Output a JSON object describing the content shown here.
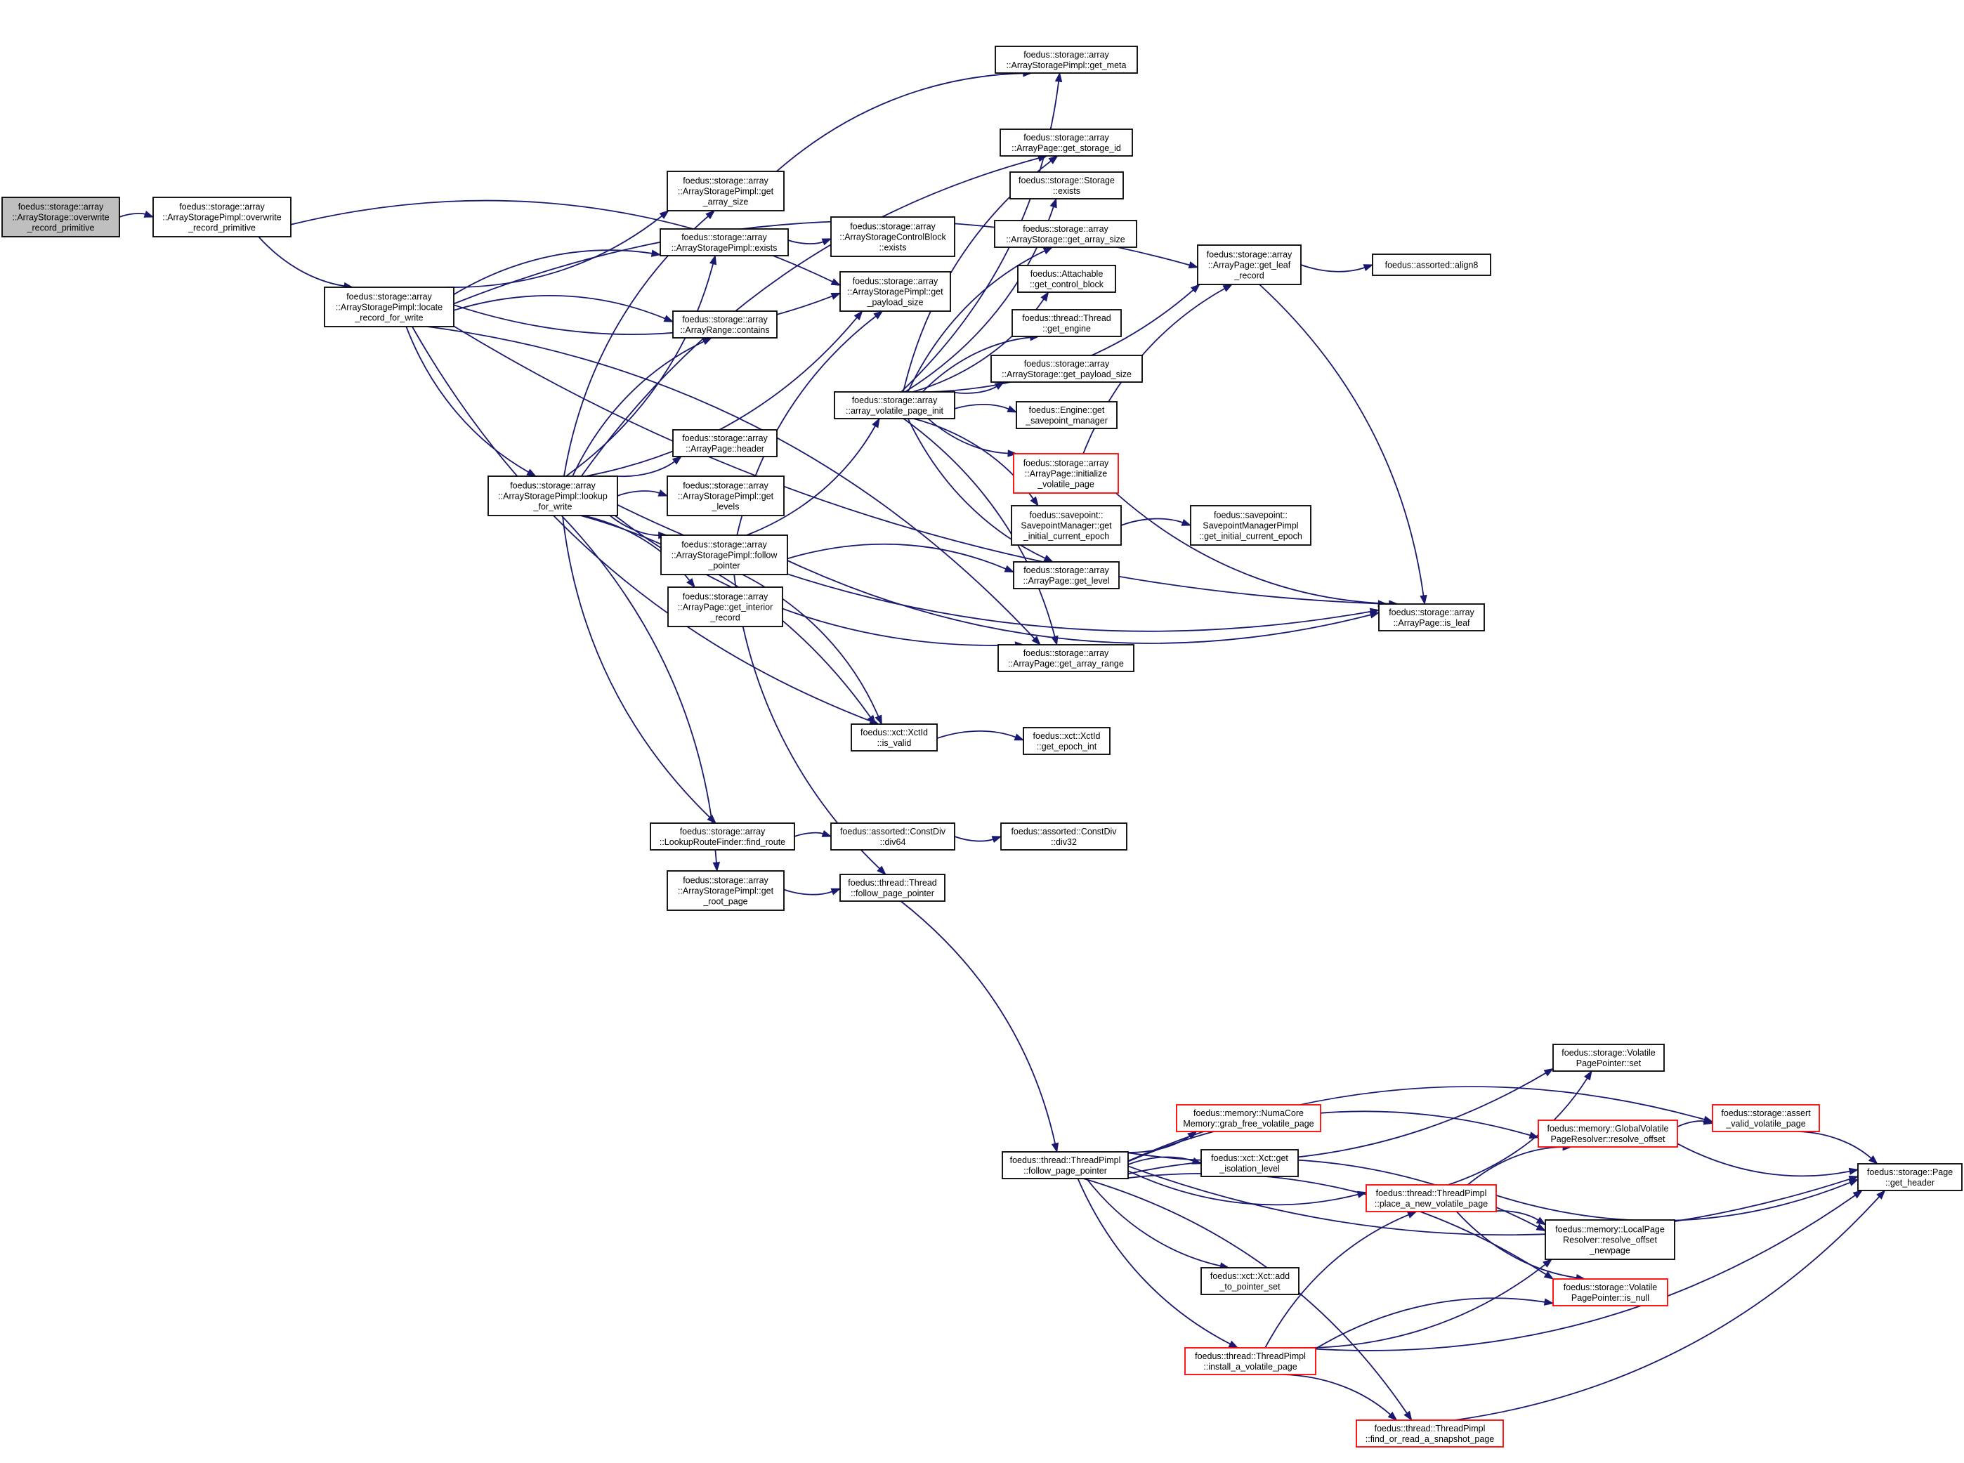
{
  "nodes": [
    {
      "id": "n0",
      "lines": [
        "foedus::storage::array",
        "::ArrayStorage::overwrite",
        "_record_primitive"
      ],
      "root": true
    },
    {
      "id": "n1",
      "lines": [
        "foedus::storage::array",
        "::ArrayStoragePimpl::overwrite",
        "_record_primitive"
      ]
    },
    {
      "id": "n2",
      "lines": [
        "foedus::storage::array",
        "::ArrayStoragePimpl::locate",
        "_record_for_write"
      ]
    },
    {
      "id": "n3",
      "lines": [
        "foedus::storage::array",
        "::ArrayStoragePimpl::lookup",
        "_for_write"
      ]
    },
    {
      "id": "n4",
      "lines": [
        "foedus::storage::array",
        "::ArrayStoragePimpl::get",
        "_array_size"
      ]
    },
    {
      "id": "n5",
      "lines": [
        "foedus::storage::array",
        "::ArrayStoragePimpl::exists"
      ]
    },
    {
      "id": "n6",
      "lines": [
        "foedus::storage::array",
        "::ArrayRange::contains"
      ]
    },
    {
      "id": "n7",
      "lines": [
        "foedus::storage::array",
        "::ArrayPage::header"
      ]
    },
    {
      "id": "n8",
      "lines": [
        "foedus::storage::array",
        "::ArrayStoragePimpl::get",
        "_levels"
      ]
    },
    {
      "id": "n9",
      "lines": [
        "foedus::storage::array",
        "::ArrayStoragePimpl::follow",
        "_pointer"
      ]
    },
    {
      "id": "n10",
      "lines": [
        "foedus::storage::array",
        "::ArrayPage::get_interior",
        "_record"
      ]
    },
    {
      "id": "n11",
      "lines": [
        "foedus::storage::array",
        "::LookupRouteFinder::find_route"
      ]
    },
    {
      "id": "n12",
      "lines": [
        "foedus::storage::array",
        "::ArrayStoragePimpl::get",
        "_root_page"
      ]
    },
    {
      "id": "n13",
      "lines": [
        "foedus::storage::array",
        "::ArrayStorageControlBlock",
        "::exists"
      ]
    },
    {
      "id": "n14",
      "lines": [
        "foedus::storage::array",
        "::ArrayStoragePimpl::get",
        "_payload_size"
      ]
    },
    {
      "id": "n15",
      "lines": [
        "foedus::storage::array",
        "::array_volatile_page_init"
      ]
    },
    {
      "id": "n16",
      "lines": [
        "foedus::xct::XctId",
        "::is_valid"
      ]
    },
    {
      "id": "n17",
      "lines": [
        "foedus::assorted::ConstDiv",
        "::div64"
      ]
    },
    {
      "id": "n18",
      "lines": [
        "foedus::thread::Thread",
        "::follow_page_pointer"
      ]
    },
    {
      "id": "n19",
      "lines": [
        "foedus::storage::array",
        "::ArrayStoragePimpl::get_meta"
      ]
    },
    {
      "id": "n20",
      "lines": [
        "foedus::storage::array",
        "::ArrayPage::get_storage_id"
      ]
    },
    {
      "id": "n21",
      "lines": [
        "foedus::storage::Storage",
        "::exists"
      ]
    },
    {
      "id": "n22",
      "lines": [
        "foedus::storage::array",
        "::ArrayStorage::get_array_size"
      ]
    },
    {
      "id": "n23",
      "lines": [
        "foedus::Attachable",
        "::get_control_block"
      ]
    },
    {
      "id": "n24",
      "lines": [
        "foedus::thread::Thread",
        "::get_engine"
      ]
    },
    {
      "id": "n25",
      "lines": [
        "foedus::storage::array",
        "::ArrayStorage::get_payload_size"
      ]
    },
    {
      "id": "n26",
      "lines": [
        "foedus::Engine::get",
        "_savepoint_manager"
      ]
    },
    {
      "id": "n27",
      "lines": [
        "foedus::storage::array",
        "::ArrayPage::initialize",
        "_volatile_page"
      ],
      "red": true
    },
    {
      "id": "n28",
      "lines": [
        "foedus::savepoint::",
        "SavepointManager::get",
        "_initial_current_epoch"
      ]
    },
    {
      "id": "n29",
      "lines": [
        "foedus::storage::array",
        "::ArrayPage::get_level"
      ]
    },
    {
      "id": "n30",
      "lines": [
        "foedus::storage::array",
        "::ArrayPage::get_array_range"
      ]
    },
    {
      "id": "n31",
      "lines": [
        "foedus::xct::XctId",
        "::get_epoch_int"
      ]
    },
    {
      "id": "n32",
      "lines": [
        "foedus::assorted::ConstDiv",
        "::div32"
      ]
    },
    {
      "id": "n33",
      "lines": [
        "foedus::storage::array",
        "::ArrayPage::get_leaf",
        "_record"
      ]
    },
    {
      "id": "n34",
      "lines": [
        "foedus::assorted::align8"
      ]
    },
    {
      "id": "n35",
      "lines": [
        "foedus::savepoint::",
        "SavepointManagerPimpl",
        "::get_initial_current_epoch"
      ]
    },
    {
      "id": "n36",
      "lines": [
        "foedus::storage::array",
        "::ArrayPage::is_leaf"
      ]
    },
    {
      "id": "n37",
      "lines": [
        "foedus::thread::ThreadPimpl",
        "::follow_page_pointer"
      ]
    },
    {
      "id": "n38",
      "lines": [
        "foedus::memory::NumaCore",
        "Memory::grab_free_volatile_page"
      ],
      "red": true
    },
    {
      "id": "n39",
      "lines": [
        "foedus::xct::Xct::get",
        "_isolation_level"
      ]
    },
    {
      "id": "n40",
      "lines": [
        "foedus::xct::Xct::add",
        "_to_pointer_set"
      ]
    },
    {
      "id": "n41",
      "lines": [
        "foedus::thread::ThreadPimpl",
        "::install_a_volatile_page"
      ],
      "red": true
    },
    {
      "id": "n42",
      "lines": [
        "foedus::thread::ThreadPimpl",
        "::place_a_new_volatile_page"
      ],
      "red": true
    },
    {
      "id": "n43",
      "lines": [
        "foedus::thread::ThreadPimpl",
        "::find_or_read_a_snapshot_page"
      ],
      "red": true
    },
    {
      "id": "n44",
      "lines": [
        "foedus::storage::Volatile",
        "PagePointer::set"
      ]
    },
    {
      "id": "n45",
      "lines": [
        "foedus::memory::GlobalVolatile",
        "PageResolver::resolve_offset"
      ],
      "red": true
    },
    {
      "id": "n46",
      "lines": [
        "foedus::memory::LocalPage",
        "Resolver::resolve_offset",
        "_newpage"
      ]
    },
    {
      "id": "n47",
      "lines": [
        "foedus::storage::Volatile",
        "PagePointer::is_null"
      ],
      "red": true
    },
    {
      "id": "n48",
      "lines": [
        "foedus::storage::assert",
        "_valid_volatile_page"
      ],
      "red": true
    },
    {
      "id": "n49",
      "lines": [
        "foedus::storage::Page",
        "::get_header"
      ]
    }
  ],
  "edges": [
    [
      "n0",
      "n1"
    ],
    [
      "n1",
      "n2"
    ],
    [
      "n1",
      "n14"
    ],
    [
      "n2",
      "n4"
    ],
    [
      "n2",
      "n5"
    ],
    [
      "n2",
      "n14"
    ],
    [
      "n2",
      "n6"
    ],
    [
      "n2",
      "n3"
    ],
    [
      "n2",
      "n33"
    ],
    [
      "n2",
      "n16"
    ],
    [
      "n2",
      "n30"
    ],
    [
      "n2",
      "n36"
    ],
    [
      "n3",
      "n4"
    ],
    [
      "n3",
      "n5"
    ],
    [
      "n3",
      "n6"
    ],
    [
      "n3",
      "n7"
    ],
    [
      "n3",
      "n8"
    ],
    [
      "n3",
      "n9"
    ],
    [
      "n3",
      "n10"
    ],
    [
      "n3",
      "n14"
    ],
    [
      "n3",
      "n20"
    ],
    [
      "n3",
      "n30"
    ],
    [
      "n3",
      "n16"
    ],
    [
      "n3",
      "n11"
    ],
    [
      "n3",
      "n12"
    ],
    [
      "n3",
      "n36"
    ],
    [
      "n4",
      "n19"
    ],
    [
      "n5",
      "n13"
    ],
    [
      "n9",
      "n14"
    ],
    [
      "n9",
      "n15"
    ],
    [
      "n9",
      "n16"
    ],
    [
      "n9",
      "n18"
    ],
    [
      "n9",
      "n29"
    ],
    [
      "n9",
      "n36"
    ],
    [
      "n11",
      "n17"
    ],
    [
      "n12",
      "n18"
    ],
    [
      "n16",
      "n31"
    ],
    [
      "n17",
      "n32"
    ],
    [
      "n18",
      "n37"
    ],
    [
      "n15",
      "n19"
    ],
    [
      "n15",
      "n20"
    ],
    [
      "n15",
      "n21"
    ],
    [
      "n15",
      "n22"
    ],
    [
      "n15",
      "n23"
    ],
    [
      "n15",
      "n24"
    ],
    [
      "n15",
      "n25"
    ],
    [
      "n15",
      "n26"
    ],
    [
      "n15",
      "n27"
    ],
    [
      "n15",
      "n28"
    ],
    [
      "n15",
      "n29"
    ],
    [
      "n15",
      "n30"
    ],
    [
      "n15",
      "n33"
    ],
    [
      "n27",
      "n33"
    ],
    [
      "n27",
      "n36"
    ],
    [
      "n28",
      "n35"
    ],
    [
      "n33",
      "n34"
    ],
    [
      "n33",
      "n36"
    ],
    [
      "n37",
      "n49"
    ],
    [
      "n37",
      "n48"
    ],
    [
      "n37",
      "n44"
    ],
    [
      "n37",
      "n45"
    ],
    [
      "n37",
      "n38"
    ],
    [
      "n37",
      "n39"
    ],
    [
      "n37",
      "n42"
    ],
    [
      "n37",
      "n46"
    ],
    [
      "n37",
      "n40"
    ],
    [
      "n37",
      "n47"
    ],
    [
      "n37",
      "n41"
    ],
    [
      "n37",
      "n43"
    ],
    [
      "n42",
      "n44"
    ],
    [
      "n42",
      "n45"
    ],
    [
      "n42",
      "n49"
    ],
    [
      "n42",
      "n46"
    ],
    [
      "n42",
      "n47"
    ],
    [
      "n41",
      "n42"
    ],
    [
      "n41",
      "n46"
    ],
    [
      "n41",
      "n47"
    ],
    [
      "n41",
      "n49"
    ],
    [
      "n41",
      "n43"
    ],
    [
      "n43",
      "n49"
    ],
    [
      "n45",
      "n48"
    ],
    [
      "n45",
      "n49"
    ],
    [
      "n48",
      "n49"
    ]
  ]
}
